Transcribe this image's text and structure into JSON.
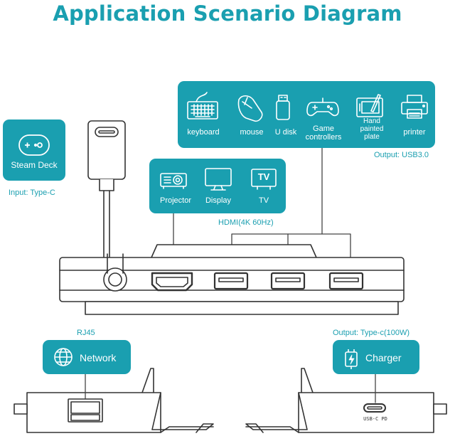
{
  "title": "Application Scenario Diagram",
  "input": {
    "device_label": "Steam Deck",
    "caption": "Input: Type-C",
    "icon": "gamepad-icon"
  },
  "usb_output": {
    "caption": "Output: USB3.0",
    "devices": [
      {
        "label": "keyboard",
        "icon": "keyboard-icon"
      },
      {
        "label": "mouse",
        "icon": "mouse-icon"
      },
      {
        "label": "U disk",
        "icon": "usb-drive-icon"
      },
      {
        "label": "Game controllers",
        "icon": "game-controller-icon"
      },
      {
        "label": "Hand painted plate",
        "icon": "drawing-tablet-icon"
      },
      {
        "label": "printer",
        "icon": "printer-icon"
      }
    ]
  },
  "hdmi_output": {
    "caption": "HDMI(4K 60Hz)",
    "devices": [
      {
        "label": "Projector",
        "icon": "projector-icon"
      },
      {
        "label": "Display",
        "icon": "monitor-icon"
      },
      {
        "label": "TV",
        "icon": "tv-icon"
      }
    ],
    "tv_glyph": "TV"
  },
  "network": {
    "caption": "RJ45",
    "label": "Network",
    "icon": "globe-icon"
  },
  "charger": {
    "caption": "Output: Type-c(100W)",
    "label": "Charger",
    "icon": "charger-icon",
    "port_label": "USB-C PD"
  },
  "colors": {
    "accent": "#1a9fb0",
    "device_line": "#333333"
  }
}
